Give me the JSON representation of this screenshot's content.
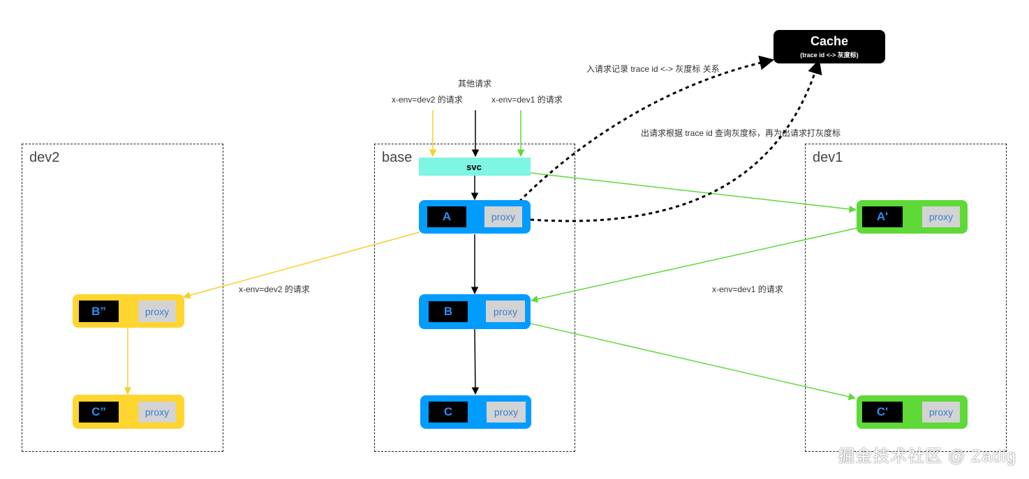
{
  "zones": {
    "dev2": "dev2",
    "base": "base",
    "dev1": "dev1"
  },
  "svc": "svc",
  "cache": {
    "title": "Cache",
    "subtitle": "(trace id <-> 灰度标)"
  },
  "nodes": {
    "a": {
      "name": "A",
      "proxy": "proxy"
    },
    "b": {
      "name": "B",
      "proxy": "proxy"
    },
    "c": {
      "name": "C",
      "proxy": "proxy"
    },
    "a_dev1": {
      "name": "A'",
      "proxy": "proxy"
    },
    "c_dev1": {
      "name": "C'",
      "proxy": "proxy"
    },
    "b_dev2": {
      "name": "B”",
      "proxy": "proxy"
    },
    "c_dev2": {
      "name": "C”",
      "proxy": "proxy"
    }
  },
  "labels": {
    "other_requests": "其他请求",
    "dev2_request_top": "x-env=dev2 的请求",
    "dev1_request_top": "x-env=dev1 的请求",
    "inbound_record": "入请求记录 trace id <-> 灰度标 关系",
    "outbound_lookup": "出请求根据 trace id 查询灰度标，再为出请求打灰度标",
    "dev2_request_mid": "x-env=dev2 的请求",
    "dev1_request_mid": "x-env=dev1 的请求"
  },
  "watermark": "掘金技术社区 @ Zadig",
  "colors": {
    "base_node": "#009cff",
    "dev2_node": "#ffd530",
    "dev1_node": "#5ed937",
    "svc": "#7ff5e4",
    "dev2_arrow": "#f7cf2b",
    "dev1_arrow": "#5ed937",
    "default_arrow": "#000000"
  }
}
